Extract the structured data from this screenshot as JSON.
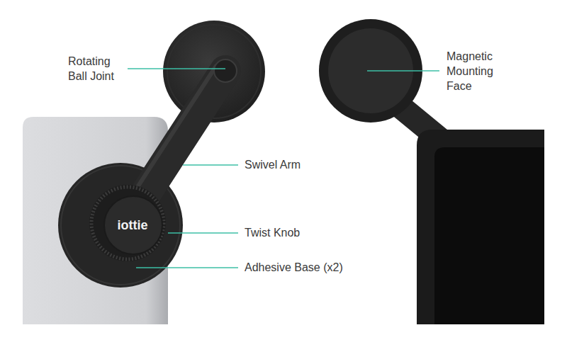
{
  "diagram": {
    "labels": [
      "Rotating Ball Joint",
      "Swivel Arm",
      "Twist Knob",
      "Adhesive Base (x2)",
      "Magnetic Mounting Face",
      "iottie"
    ]
  }
}
